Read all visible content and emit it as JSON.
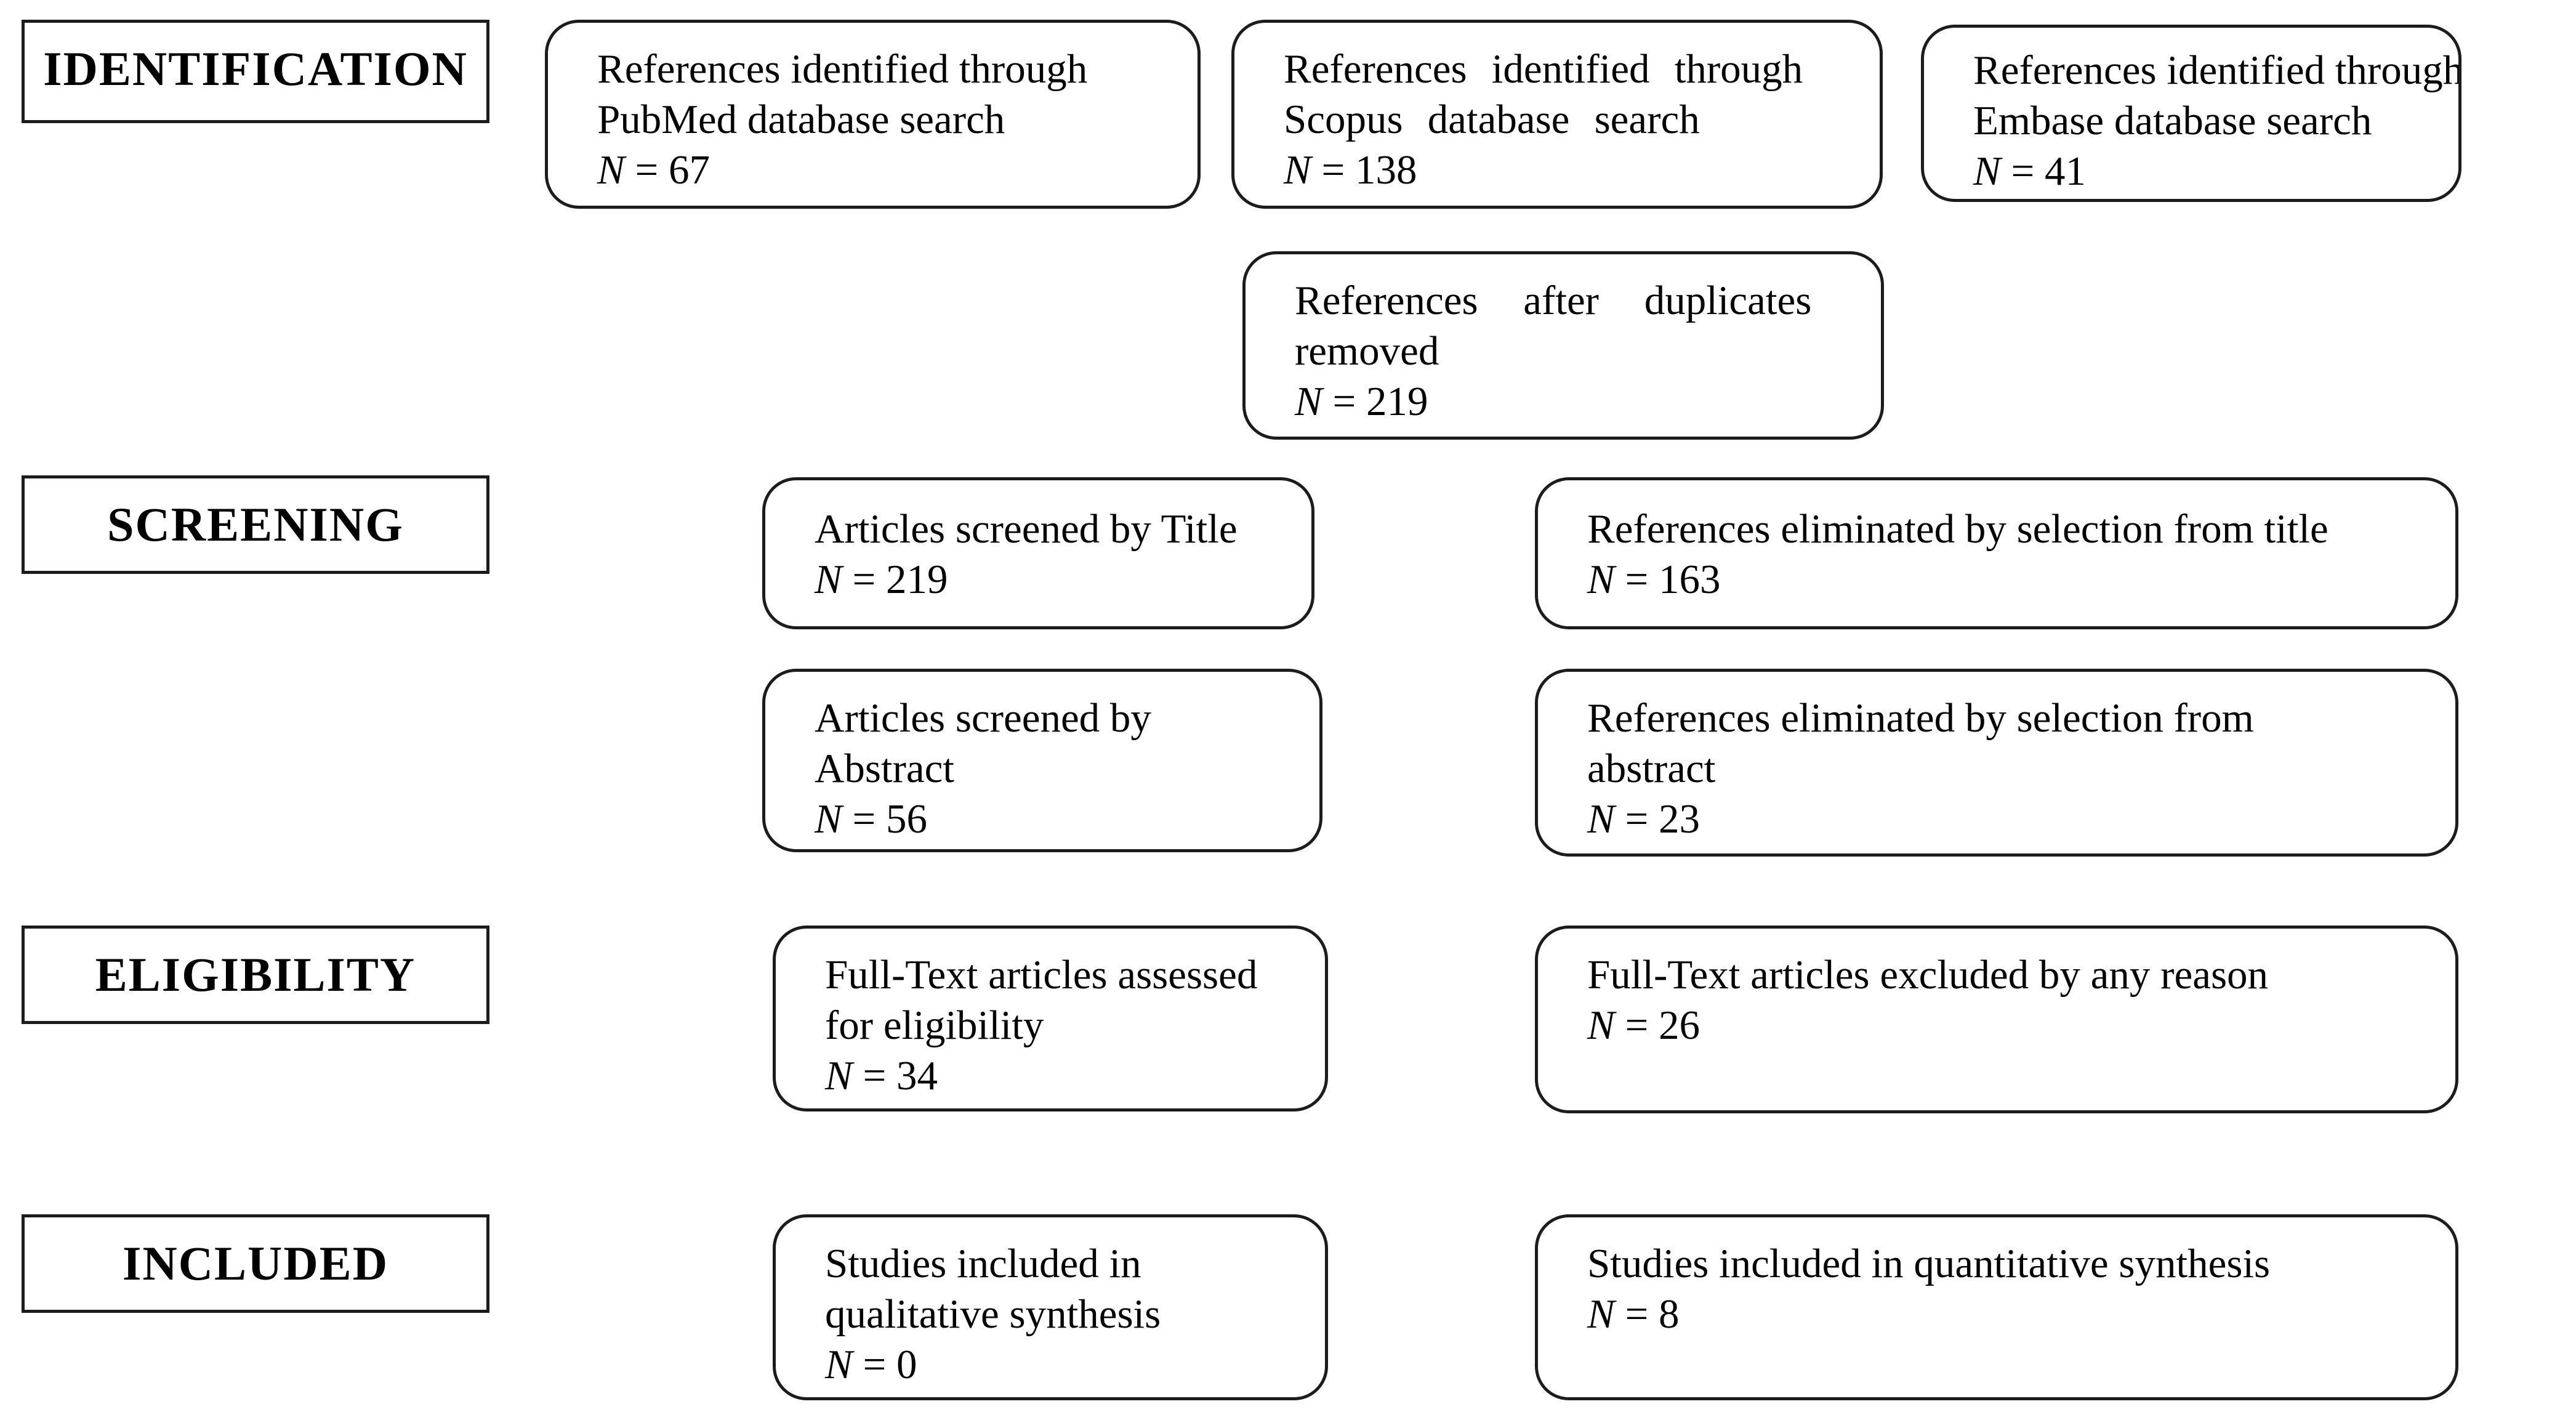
{
  "colors": {
    "border": "#1c1c1c",
    "text": "#000000",
    "background": "#ffffff"
  },
  "stages": {
    "identification": "IDENTIFICATION",
    "screening": "SCREENING",
    "eligibility": "ELIGIBILITY",
    "included": "INCLUDED"
  },
  "boxes": {
    "pubmed": {
      "line1": "References identified through",
      "line2": "PubMed database search",
      "n": "N = 67"
    },
    "scopus": {
      "line1": "References identified through",
      "line2": "Scopus database search",
      "n": "N = 138"
    },
    "embase": {
      "line1": "References identified through",
      "line2": "Embase database search",
      "n": "N = 41"
    },
    "duplicates": {
      "line1": "References after duplicates",
      "line2": "removed",
      "n": "N = 219"
    },
    "screened_title": {
      "line1": "Articles screened by Title",
      "n": "N = 219"
    },
    "eliminated_title": {
      "line1": "References eliminated by selection from title",
      "n": "N = 163"
    },
    "screened_abstract": {
      "line1": "Articles screened by",
      "line2": "Abstract",
      "n": "N = 56"
    },
    "eliminated_abstract": {
      "line1": "References eliminated by selection from",
      "line2": "abstract",
      "n": "N = 23"
    },
    "fulltext_assessed": {
      "line1": "Full-Text articles assessed",
      "line2": "for eligibility",
      "n": "N = 34"
    },
    "fulltext_excluded": {
      "line1": "Full-Text articles excluded by any reason",
      "n": "N = 26"
    },
    "qualitative": {
      "line1": "Studies included in",
      "line2": "qualitative synthesis",
      "n": "N = 0"
    },
    "quantitative": {
      "line1": "Studies included in quantitative synthesis",
      "n": "N = 8"
    }
  }
}
